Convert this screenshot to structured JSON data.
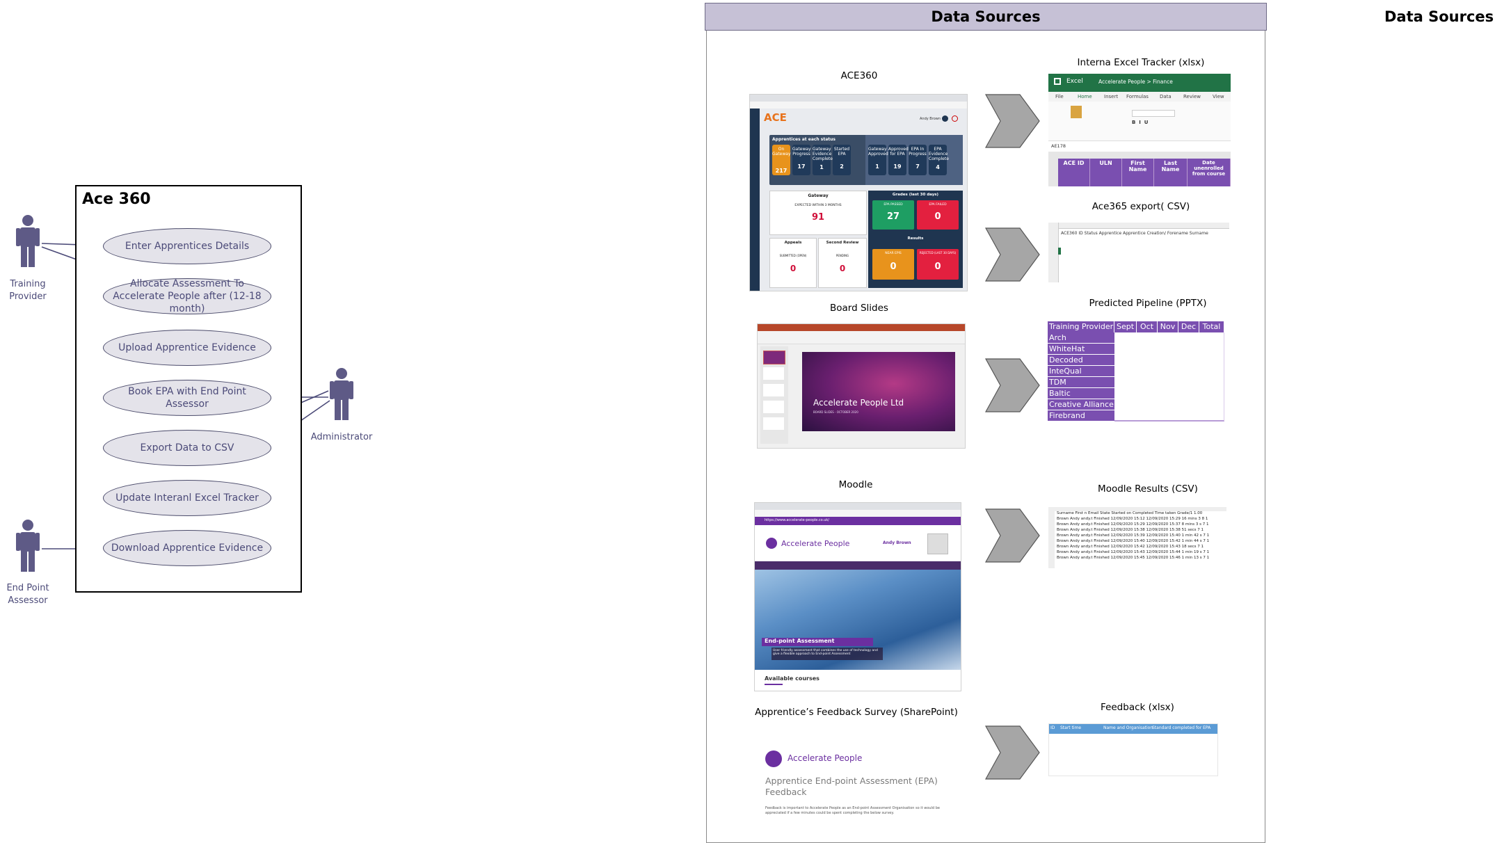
{
  "use_case_diagram": {
    "system_title": "Ace 360",
    "actors": {
      "training_provider": "Training\nProvider",
      "administrator": "Administrator",
      "end_point_assessor": "End Point\nAssessor"
    },
    "use_cases": [
      "Enter Apprentices Details",
      "Allocate Assessment To Accelerate People after (12-18 month)",
      "Upload Apprentice Evidence",
      "Book EPA with End Point Assessor",
      "Export Data to CSV",
      "Update Interanl  Excel Tracker",
      "Download  Apprentice Evidence"
    ]
  },
  "data_sources": {
    "header": "Data Sources",
    "outer_title": "Data Sources",
    "sources": {
      "ace360": "ACE360",
      "board_slides": "Board Slides",
      "moodle": "Moodle",
      "feedback_survey": "Apprentice’s Feedback Survey (SharePoint)"
    },
    "outputs": {
      "excel_tracker": "Interna Excel Tracker (xlsx)",
      "ace365_export": "Ace365 export( CSV)",
      "predicted_pipeline": "Predicted Pipeline (PPTX)",
      "moodle_results": "Moodle Results (CSV)",
      "feedback": "Feedback  (xlsx)"
    }
  },
  "ace360_screen": {
    "logo": "ACE",
    "user": "Andy Brown",
    "panel_title": "Apprentices at each status",
    "statuses": [
      {
        "label": "On Gateway",
        "value": "217"
      },
      {
        "label": "Gateway Progress",
        "value": "17"
      },
      {
        "label": "Gateway Evidence Complete",
        "value": "1"
      },
      {
        "label": "Started EPA",
        "value": "2"
      },
      {
        "label": "Gateway Approved",
        "value": "1"
      },
      {
        "label": "Approved for EPA",
        "value": "19"
      },
      {
        "label": "EPA In Progress",
        "value": "7"
      },
      {
        "label": "EPA Evidence Complete",
        "value": "4"
      }
    ],
    "gateway_title": "Gateway",
    "gateway_sub": "EXPECTED WITHIN 3 MONTHS",
    "gateway_value": "91",
    "grades_title": "Grades (last 30 days)",
    "grade_pass_label": "EPA PASSED",
    "grade_pass_value": "27",
    "grade_fail_label": "EPA FAILED",
    "grade_fail_value": "0",
    "appeals_title": "Appeals",
    "appeals_sub": "SUBMITTED (OPEN)",
    "appeals_value": "0",
    "review_title": "Second Review",
    "review_sub": "PENDING",
    "review_value": "0",
    "results_title": "Results",
    "results_a_label": "NEAR EPIS",
    "results_a_value": "0",
    "results_b_label": "REJECTED (LAST 30 DAYS)",
    "results_b_value": "0"
  },
  "excel_screen": {
    "app": "Excel",
    "path": "Accelerate People > Finance",
    "tabs": [
      "File",
      "Home",
      "Insert",
      "Formulas",
      "Data",
      "Review",
      "View"
    ],
    "cell_ref": "AE178",
    "columns": [
      "ACE ID",
      "ULN",
      "First Name",
      "Last Name",
      "Date unenrolled from course"
    ]
  },
  "csv_screen": {
    "row1": "ACE360 ID Status      Apprentice Apprentice Creation/ Forename Surname"
  },
  "slides_screen": {
    "title": "Accelerate People Ltd",
    "subtitle": "BOARD SLIDES - OCTOBER 2020"
  },
  "pipeline_table": {
    "headers": [
      "Training Provider",
      "Sept",
      "Oct",
      "Nov",
      "Dec",
      "Total"
    ],
    "rows": [
      "Arch",
      "WhiteHat",
      "Decoded",
      "InteQual",
      "TDM",
      "Baltic",
      "Creative Alliance",
      "Firebrand"
    ]
  },
  "moodle_screen": {
    "url": "https://www.accelerate-people.co.uk/",
    "brand": "Accelerate People",
    "user": "Andy Brown",
    "banner_title": "End-point Assessment",
    "banner_text": "User friendly assessment that combines the use of technology and give a flexible approach to End-point Assessment",
    "section": "Available courses"
  },
  "moodle_csv": {
    "header": "Surname First n Email  State   Started on     Completed      Time taken Grade/1 1.00",
    "rows": [
      "Brown  Andy  andy.t Finished  12/09/2020 15:12  12/09/2020 15:29  16 mins 3    8     1",
      "Brown  Andy  andy.t Finished  12/09/2020 15:29  12/09/2020 15:37  8 mins 3 s   7     1",
      "Brown  Andy  andy.t Finished  12/09/2020 15:38  12/09/2020 15:38  51 secs      7     1",
      "Brown  Andy  andy.t Finished  12/09/2020 15:39  12/09/2020 15:40  1 min 42 s   7     1",
      "Brown  Andy  andy.t Finished  12/09/2020 15:40  12/09/2020 15:42  1 min 44 s   7     1",
      "Brown  Andy  andy.t Finished  12/09/2020 15:42  12/09/2020 15:43  18 secs      7     1",
      "Brown  Andy  andy.t Finished  12/09/2020 15:43  12/09/2020 15:44  1 min 19 s   7     1",
      "Brown  Andy  andy.t Finished  12/09/2020 15:45  12/09/2020 15:46  1 min 13 s   7     1"
    ]
  },
  "feedback_form": {
    "brand": "Accelerate People",
    "title": "Apprentice End-point Assessment (EPA) Feedback",
    "text": "Feedback is important to Accelerate People as an End-point Assessment Organisation so it would be appreciated if a few minutes could be spent completing the below survey."
  },
  "feedback_sheet": {
    "columns": [
      "ID",
      "Start time",
      "Name and Organisation",
      "Standard completed for EPA"
    ]
  },
  "colors": {
    "usecase_fill": "#e4e3ea",
    "actor": "#5e5a86",
    "header_fill": "#c6c1d6",
    "arrow_fill": "#a6a6a6",
    "purple": "#7a4fb0",
    "excel_green": "#217346"
  }
}
